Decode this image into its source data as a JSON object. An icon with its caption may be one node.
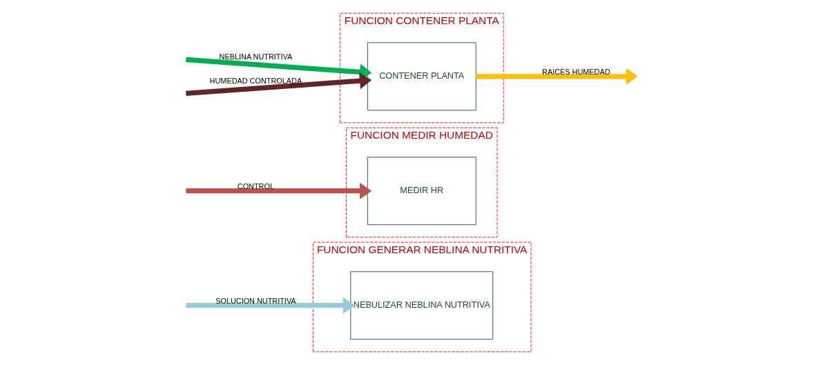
{
  "diagram": {
    "nodes": [
      {
        "text": [
          "FUNCION GENERAR NEBLINA NUTRITIVA"
        ]
      },
      {
        "text": [
          "NEBULIZAR NEBLINA NUTRITIVA"
        ],
        "in": 0
      },
      {
        "text": [
          "FUNCION MEDIR HUMEDAD"
        ]
      },
      {
        "text": [
          "MEDIR HR"
        ],
        "in": 2
      },
      {
        "text": [
          "FUNCION CONTENER PLANTA"
        ]
      },
      {
        "text": [
          "CONTENER PLANTA"
        ],
        "in": 4
      }
    ],
    "edges": [
      {
        "from": null,
        "to": 1,
        "arrow": "to",
        "label": "SOLUCION NUTRITIVA",
        "color": "#92cddc"
      },
      {
        "from": null,
        "to": 3,
        "arrow": "to",
        "label": "CONTROL",
        "color": "#c0504d"
      },
      {
        "from": null,
        "to": 5,
        "arrow": "to",
        "label": "NEBLINA NUTRITIVA",
        "color": "#00b050"
      },
      {
        "from": null,
        "to": 5,
        "arrow": "to",
        "label": "HUMEDAD CONTROLADA",
        "color": "#632523"
      },
      {
        "from": 5,
        "to": null,
        "arrow": "to",
        "label": "RAICES HUMEDAD",
        "color": "#ffc000"
      }
    ]
  }
}
